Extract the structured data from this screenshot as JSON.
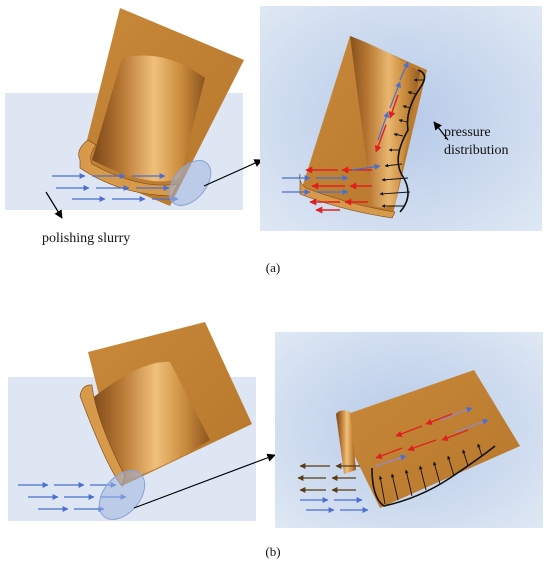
{
  "panels": {
    "a": {
      "caption": "(a)",
      "label_slurry": "polishing slurry",
      "label_pressure_line1": "pressure",
      "label_pressure_line2": "distribution"
    },
    "b": {
      "caption": "(b)"
    }
  },
  "colors": {
    "slurry_bg": "#dde6f2",
    "detail_bg_edge": "#d6e2f3",
    "detail_bg_center": "#b9cdea",
    "copper_light": "#e7b060",
    "copper_mid": "#c8893a",
    "copper_dark": "#8a5420",
    "flow_arrow": "#4a6fd0",
    "reverse_arrow": "#e02020",
    "dark_arrow": "#5a3a10",
    "pressure_arrow": "#111111",
    "highlight": "#9fb4e0"
  },
  "icons": {
    "flow": "right-arrow-icon",
    "reverse": "left-arrow-icon",
    "pressure": "pressure-arrow-icon"
  }
}
